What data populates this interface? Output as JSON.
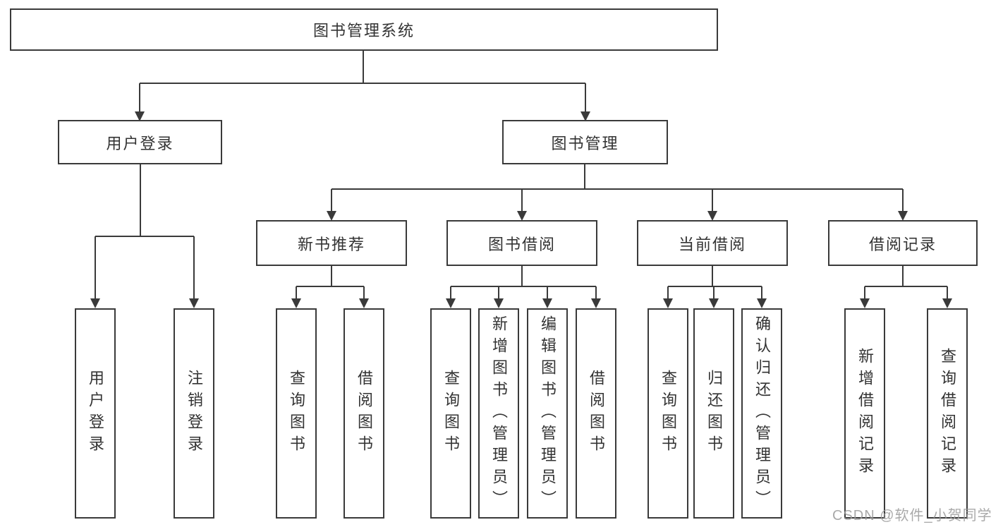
{
  "diagram": {
    "type": "tree",
    "background_color": "#ffffff",
    "line_color": "#3a3a3a",
    "text_color": "#333333"
  },
  "nodes": {
    "root": {
      "label": "图书管理系统"
    },
    "level2": [
      {
        "label": "用户登录"
      },
      {
        "label": "图书管理"
      }
    ],
    "level3": [
      {
        "label": "新书推荐"
      },
      {
        "label": "图书借阅"
      },
      {
        "label": "当前借阅"
      },
      {
        "label": "借阅记录"
      }
    ],
    "leaves": [
      {
        "label": "用户登录"
      },
      {
        "label": "注销登录"
      },
      {
        "label": "查询图书"
      },
      {
        "label": "借阅图书"
      },
      {
        "label": "查询图书"
      },
      {
        "label": "新增图书（管理员）"
      },
      {
        "label": "编辑图书（管理员）"
      },
      {
        "label": "借阅图书"
      },
      {
        "label": "查询图书"
      },
      {
        "label": "归还图书"
      },
      {
        "label": "确认归还（管理员）"
      },
      {
        "label": "新增借阅记录"
      },
      {
        "label": "查询借阅记录"
      }
    ]
  },
  "hierarchy": {
    "图书管理系统": {
      "用户登录": [
        "用户登录",
        "注销登录"
      ],
      "图书管理": {
        "新书推荐": [
          "查询图书",
          "借阅图书"
        ],
        "图书借阅": [
          "查询图书",
          "新增图书（管理员）",
          "编辑图书（管理员）",
          "借阅图书"
        ],
        "当前借阅": [
          "查询图书",
          "归还图书",
          "确认归还（管理员）"
        ],
        "借阅记录": [
          "新增借阅记录",
          "查询借阅记录"
        ]
      }
    }
  },
  "watermark": {
    "text": "CSDN @软件_小贺同学",
    "color": "#9b9b9b"
  }
}
